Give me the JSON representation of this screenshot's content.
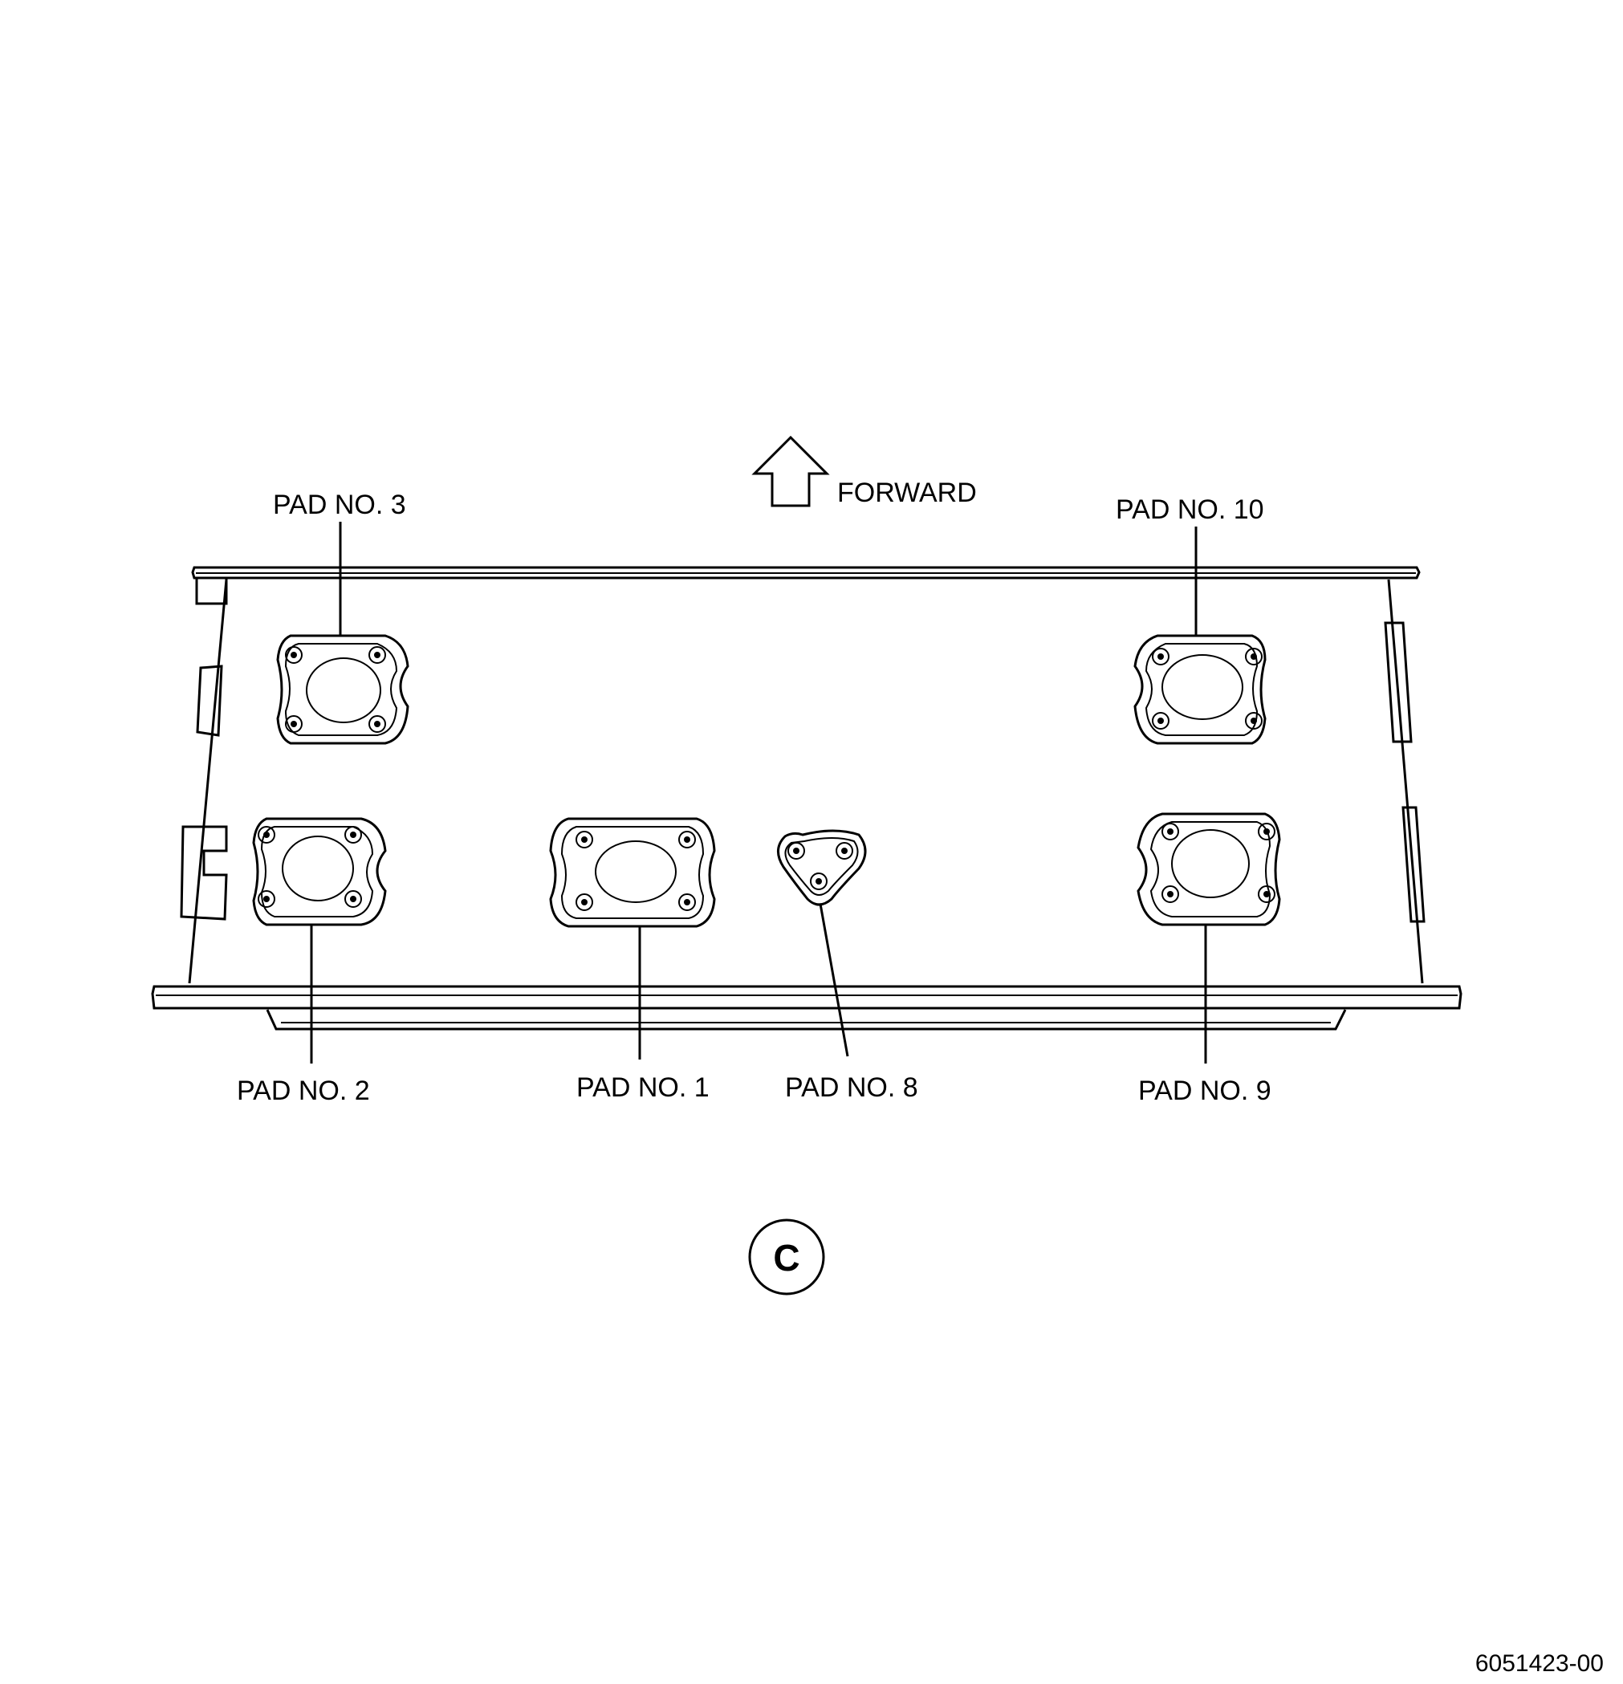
{
  "direction": {
    "label": "FORWARD",
    "icon": "forward-arrow-icon"
  },
  "pads": {
    "pad3": "PAD NO. 3",
    "pad10": "PAD NO. 10",
    "pad2": "PAD NO. 2",
    "pad1": "PAD NO. 1",
    "pad8": "PAD NO. 8",
    "pad9": "PAD NO. 9"
  },
  "view_label": "C",
  "figure_number": "6051423-00"
}
